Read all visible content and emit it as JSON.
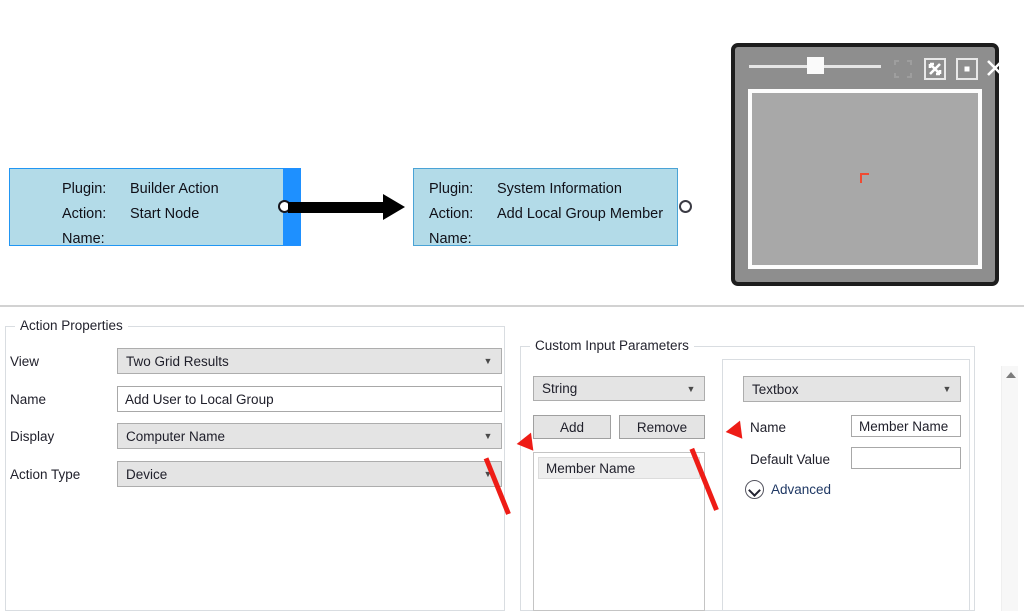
{
  "canvas": {
    "nodes": [
      {
        "id": "start-node",
        "selected": true,
        "rows": [
          {
            "key": "Plugin:",
            "value": "Builder Action"
          },
          {
            "key": "Action:",
            "value": "Start Node"
          },
          {
            "key": "Name:",
            "value": ""
          }
        ]
      },
      {
        "id": "add-local-group-member-node",
        "selected": false,
        "rows": [
          {
            "key": "Plugin:",
            "value": "System Information"
          },
          {
            "key": "Action:",
            "value": "Add Local Group Member"
          },
          {
            "key": "Name:",
            "value": ""
          }
        ]
      }
    ],
    "node_fill": "#b3dbe8",
    "node_border": "#4aa3d6",
    "selection_accent": "#1e90ff",
    "link_color": "#000000"
  },
  "viewer": {
    "icons": {
      "fit": "fit-to-window-icon",
      "expand": "expand-icon",
      "actual_size": "actual-size-icon",
      "close": "close-icon"
    },
    "close_glyph": "✕",
    "zoom_slider": {
      "name": "zoom-slider",
      "position_percent": 45
    },
    "frame_color": "#1d1d1d",
    "chrome_color": "#8e8e8e",
    "image_color": "#a8a8a8",
    "mark_color": "#f04a32"
  },
  "properties": {
    "action_properties": {
      "title": "Action Properties",
      "fields": [
        {
          "label": "View",
          "control": "combo",
          "value": "Two Grid Results"
        },
        {
          "label": "Name",
          "control": "textbox",
          "value": "Add User to Local Group"
        },
        {
          "label": "Display",
          "control": "combo",
          "value": "Computer Name"
        },
        {
          "label": "Action Type",
          "control": "combo",
          "value": "Device"
        }
      ]
    },
    "custom_input_parameters": {
      "title": "Custom Input Parameters",
      "type_combo": {
        "name": "parameter-type-combo",
        "value": "String"
      },
      "add_button": "Add",
      "remove_button": "Remove",
      "parameter_list": [
        {
          "label": "Member Name",
          "selected": true
        }
      ],
      "editor": {
        "control_type_combo": {
          "name": "control-type-combo",
          "value": "Textbox"
        },
        "fields": [
          {
            "label": "Name",
            "value": "Member Name",
            "placeholder": ""
          },
          {
            "label": "Default Value",
            "value": "",
            "placeholder": ""
          }
        ],
        "advanced_expander": {
          "label": "Advanced",
          "icon": "chevron-down-circle-icon",
          "expanded": false
        }
      }
    },
    "scrollbar": {
      "name": "panel-vertical-scrollbar",
      "up_arrow_icon": "caret-up-icon"
    }
  },
  "annotations": {
    "arrow_color": "#ee1c16",
    "arrows": [
      {
        "name": "annotation-arrow-add-button",
        "points_to": "Add"
      },
      {
        "name": "annotation-arrow-name-field",
        "points_to": "Name"
      }
    ]
  }
}
